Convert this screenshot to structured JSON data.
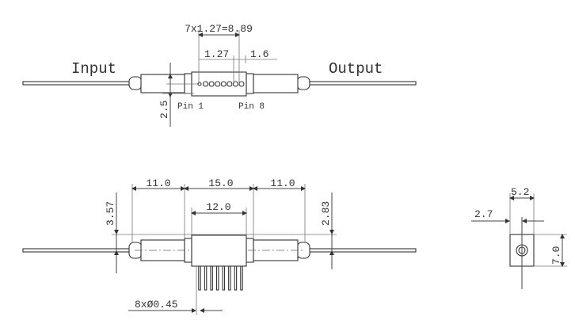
{
  "top_view": {
    "input_label": "Input",
    "output_label": "Output",
    "pitch_dim": "7x1.27=8.89",
    "pin_pitch_dim": "1.27",
    "edge_dim": "1.6",
    "pin1_label": "Pin 1",
    "pin8_label": "Pin 8",
    "height_dim": "2.5",
    "pin_count": 8
  },
  "front_view": {
    "left_sleeve_dim": "11.0",
    "body_dim": "15.0",
    "right_sleeve_dim": "11.0",
    "housing_dim": "12.0",
    "left_height_dim": "3.57",
    "right_height_dim": "2.83",
    "pin_dim": "8xØ0.45",
    "pin_count": 8
  },
  "side_view": {
    "width_dim": "5.2",
    "offset_dim": "2.7",
    "height_dim": "7.0"
  },
  "colors": {
    "line": "#333333",
    "background": "#ffffff"
  }
}
